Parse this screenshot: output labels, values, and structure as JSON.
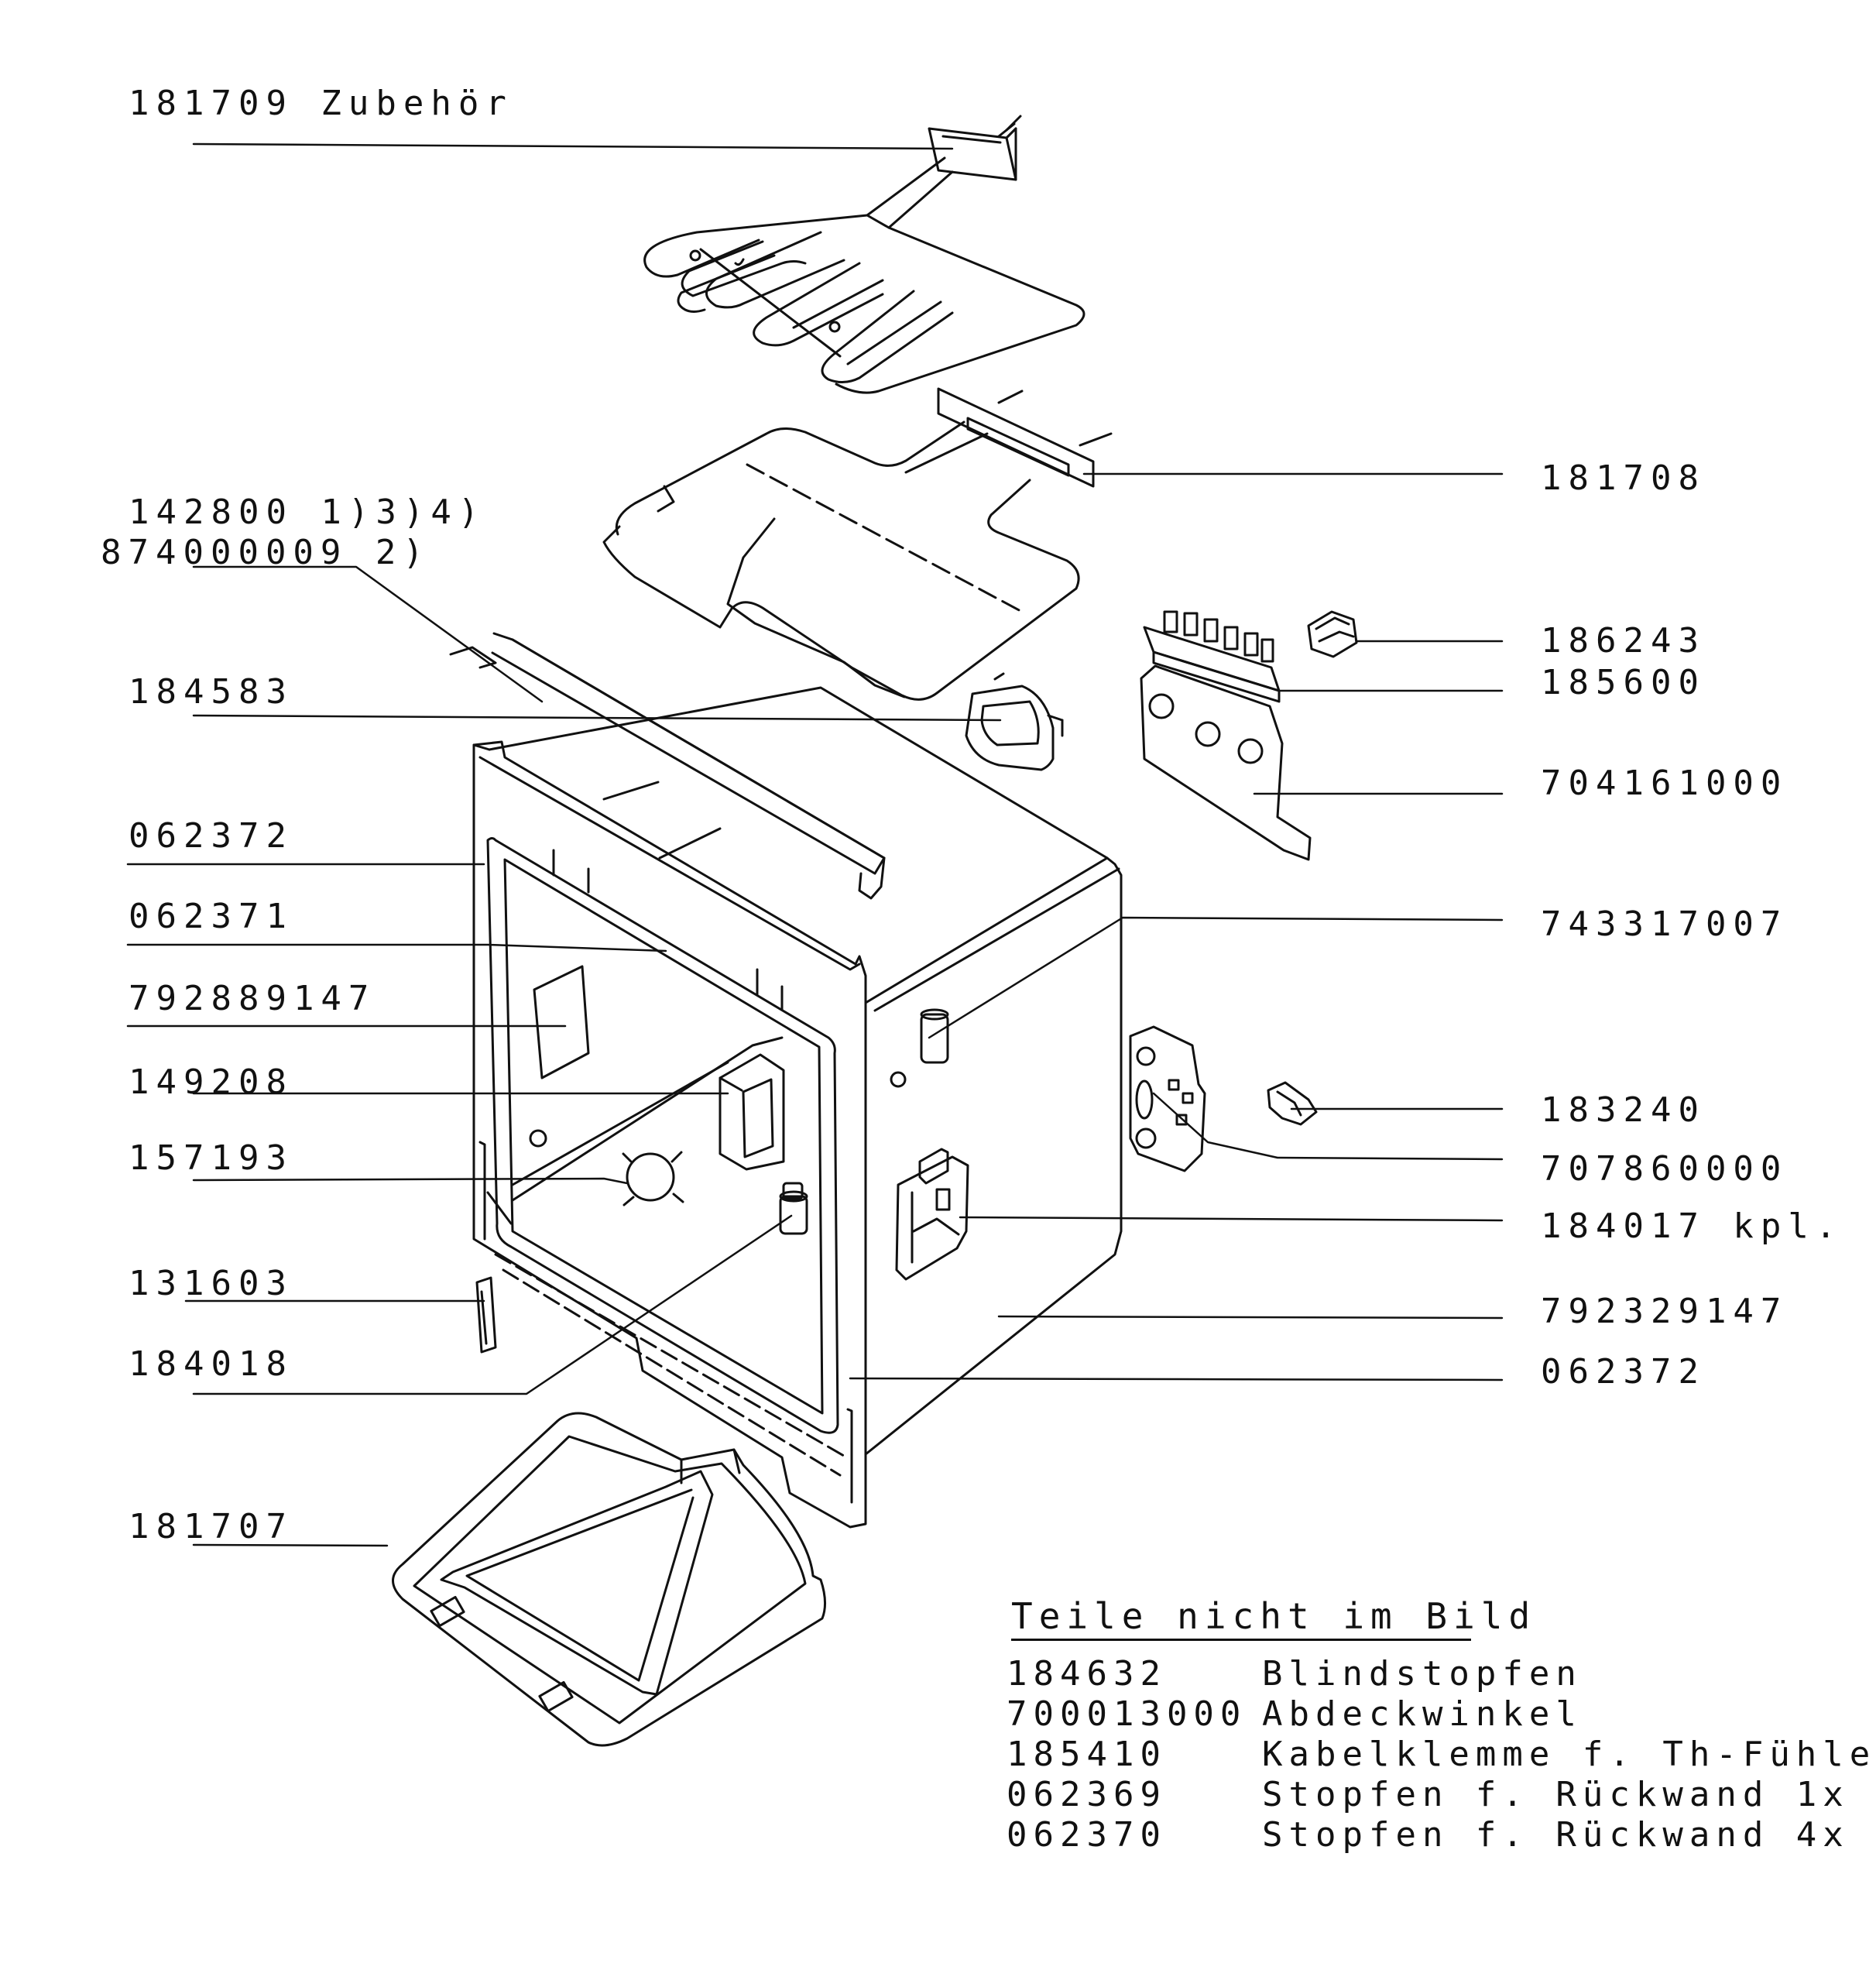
{
  "callouts": [
    {
      "id": "c-181709",
      "text": "181709  Zubehör"
    },
    {
      "id": "c-142800",
      "text": "142800 1)3)4)"
    },
    {
      "id": "c-874000009",
      "text": "874000009 2)"
    },
    {
      "id": "c-184583",
      "text": "184583"
    },
    {
      "id": "c-062372-left",
      "text": "062372"
    },
    {
      "id": "c-062371",
      "text": "062371"
    },
    {
      "id": "c-792889147",
      "text": "792889147"
    },
    {
      "id": "c-149208",
      "text": "149208"
    },
    {
      "id": "c-157193",
      "text": "157193"
    },
    {
      "id": "c-131603",
      "text": "131603"
    },
    {
      "id": "c-184018",
      "text": "184018"
    },
    {
      "id": "c-181707",
      "text": "181707"
    },
    {
      "id": "c-181708",
      "text": "181708"
    },
    {
      "id": "c-186243",
      "text": "186243"
    },
    {
      "id": "c-185600",
      "text": "185600"
    },
    {
      "id": "c-704161000",
      "text": "704161000"
    },
    {
      "id": "c-743317007",
      "text": "743317007"
    },
    {
      "id": "c-183240",
      "text": "183240"
    },
    {
      "id": "c-707860000",
      "text": "707860000"
    },
    {
      "id": "c-184017",
      "text": "184017 kpl."
    },
    {
      "id": "c-792329147",
      "text": "792329147"
    },
    {
      "id": "c-062372-right",
      "text": "062372"
    }
  ],
  "not_in_picture": {
    "title": "Teile nicht im Bild",
    "rows": [
      {
        "part": "184632",
        "desc": "Blindstopfen"
      },
      {
        "part": "700013000",
        "desc": "Abdeckwinkel"
      },
      {
        "part": "185410",
        "desc": "Kabelklemme f. Th-Fühle"
      },
      {
        "part": "062369",
        "desc": "Stopfen f. Rückwand 1x"
      },
      {
        "part": "062370",
        "desc": "Stopfen f. Rückwand 4x"
      }
    ]
  }
}
